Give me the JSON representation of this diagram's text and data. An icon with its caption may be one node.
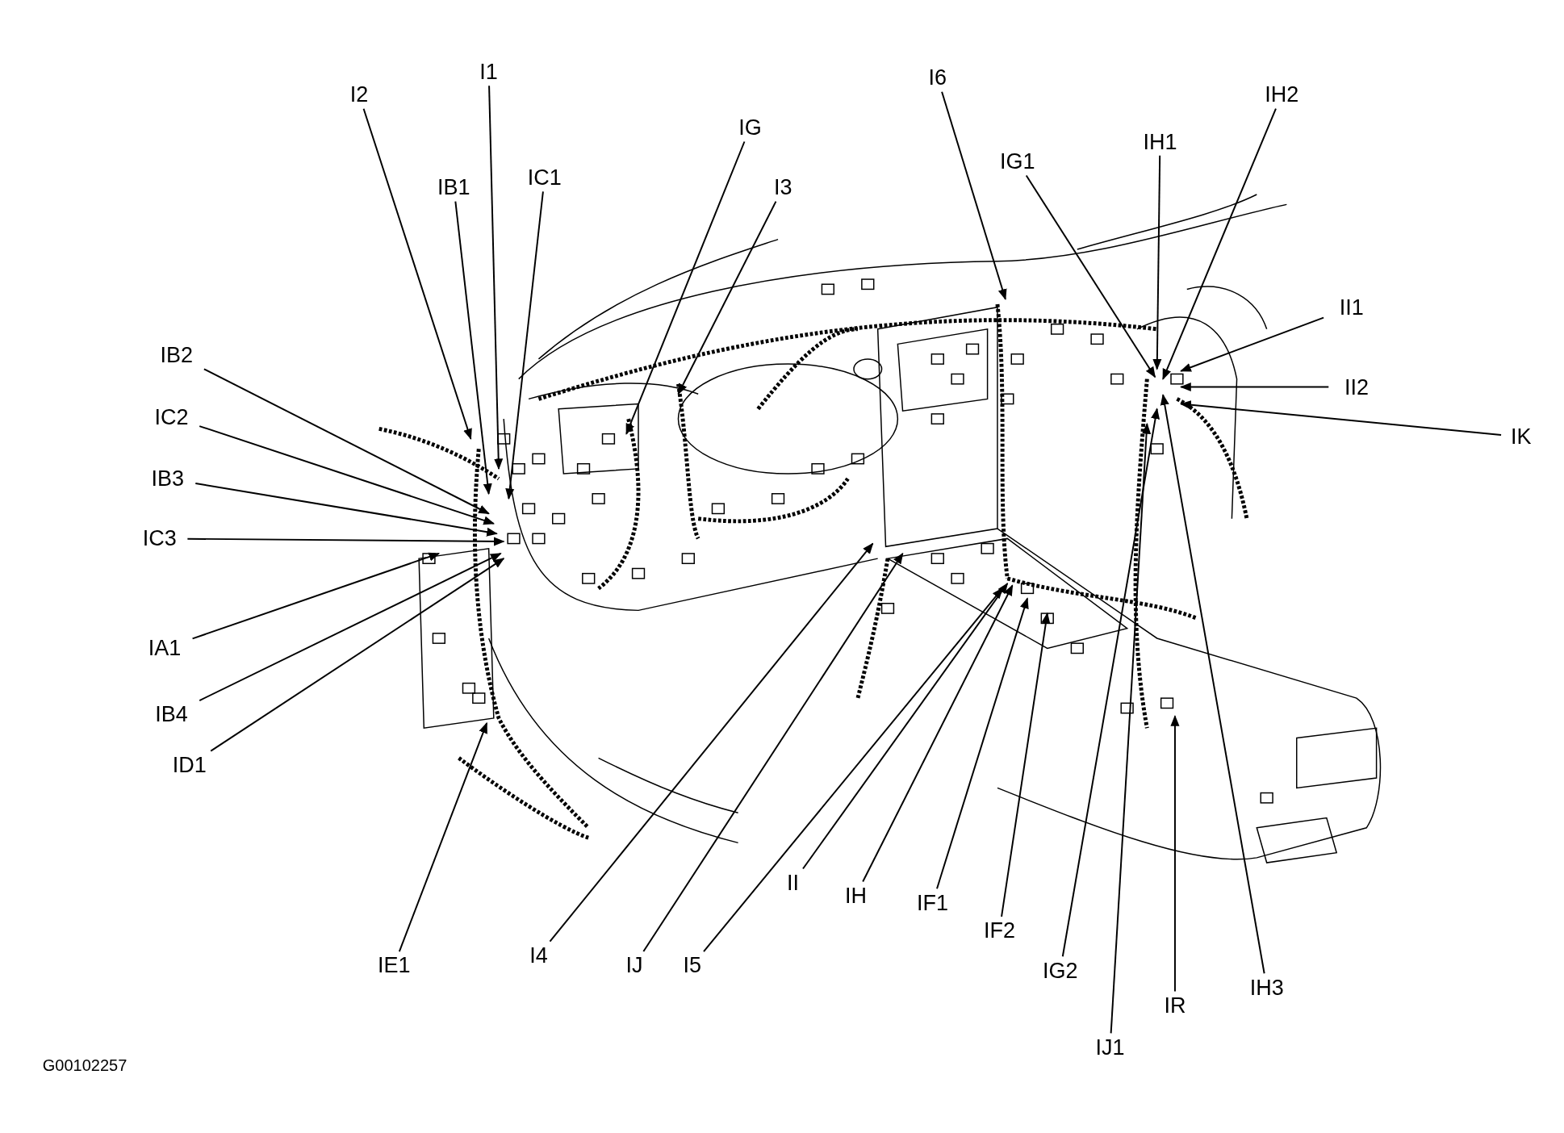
{
  "diagram": {
    "nodes": [
      {
        "text": [
          "I2"
        ]
      },
      {
        "text": [
          "I1"
        ]
      },
      {
        "text": [
          "IB1"
        ]
      },
      {
        "text": [
          "IC1"
        ]
      },
      {
        "text": [
          "IG"
        ]
      },
      {
        "text": [
          "I3"
        ]
      },
      {
        "text": [
          "I6"
        ]
      },
      {
        "text": [
          "IG1"
        ]
      },
      {
        "text": [
          "IH1"
        ]
      },
      {
        "text": [
          "IH2"
        ]
      },
      {
        "text": [
          "II1"
        ]
      },
      {
        "text": [
          "II2"
        ]
      },
      {
        "text": [
          "IK"
        ]
      },
      {
        "text": [
          "IB2"
        ]
      },
      {
        "text": [
          "IC2"
        ]
      },
      {
        "text": [
          "IB3"
        ]
      },
      {
        "text": [
          "IC3"
        ]
      },
      {
        "text": [
          "IA1"
        ]
      },
      {
        "text": [
          "IB4"
        ]
      },
      {
        "text": [
          "ID1"
        ]
      },
      {
        "text": [
          "IE1"
        ]
      },
      {
        "text": [
          "I4"
        ]
      },
      {
        "text": [
          "IJ"
        ]
      },
      {
        "text": [
          "I5"
        ]
      },
      {
        "text": [
          "II"
        ]
      },
      {
        "text": [
          "IH"
        ]
      },
      {
        "text": [
          "IF1"
        ]
      },
      {
        "text": [
          "IF2"
        ]
      },
      {
        "text": [
          "IG2"
        ]
      },
      {
        "text": [
          "IJ1"
        ]
      },
      {
        "text": [
          "IR"
        ]
      },
      {
        "text": [
          "IH3"
        ]
      }
    ],
    "edges": [
      {
        "from": 0,
        "to": null,
        "arrow": "to"
      },
      {
        "from": 1,
        "to": null,
        "arrow": "to"
      },
      {
        "from": 2,
        "to": null,
        "arrow": "to"
      },
      {
        "from": 3,
        "to": null,
        "arrow": "to"
      },
      {
        "from": 4,
        "to": null,
        "arrow": "to"
      },
      {
        "from": 5,
        "to": null,
        "arrow": "to"
      },
      {
        "from": 6,
        "to": null,
        "arrow": "to"
      },
      {
        "from": 7,
        "to": null,
        "arrow": "to"
      },
      {
        "from": 8,
        "to": null,
        "arrow": "to"
      },
      {
        "from": 9,
        "to": null,
        "arrow": "to"
      },
      {
        "from": 10,
        "to": null,
        "arrow": "to"
      },
      {
        "from": 11,
        "to": null,
        "arrow": "to"
      },
      {
        "from": 12,
        "to": null,
        "arrow": "to"
      },
      {
        "from": 13,
        "to": null,
        "arrow": "to"
      },
      {
        "from": 14,
        "to": null,
        "arrow": "to"
      },
      {
        "from": 15,
        "to": null,
        "arrow": "to"
      },
      {
        "from": 16,
        "to": null,
        "arrow": "to"
      },
      {
        "from": 17,
        "to": null,
        "arrow": "to"
      },
      {
        "from": 18,
        "to": null,
        "arrow": "to"
      },
      {
        "from": 19,
        "to": null,
        "arrow": "to"
      },
      {
        "from": 20,
        "to": null,
        "arrow": "to"
      },
      {
        "from": 21,
        "to": null,
        "arrow": "to"
      },
      {
        "from": 22,
        "to": null,
        "arrow": "to"
      },
      {
        "from": 23,
        "to": null,
        "arrow": "to"
      },
      {
        "from": 24,
        "to": null,
        "arrow": "to"
      },
      {
        "from": 25,
        "to": null,
        "arrow": "to"
      },
      {
        "from": 26,
        "to": null,
        "arrow": "to"
      },
      {
        "from": 27,
        "to": null,
        "arrow": "to"
      },
      {
        "from": 28,
        "to": null,
        "arrow": "to"
      },
      {
        "from": 29,
        "to": null,
        "arrow": "to"
      },
      {
        "from": 30,
        "to": null,
        "arrow": "to"
      },
      {
        "from": 31,
        "to": null,
        "arrow": "to"
      }
    ],
    "labels": [
      "G00102257"
    ]
  }
}
